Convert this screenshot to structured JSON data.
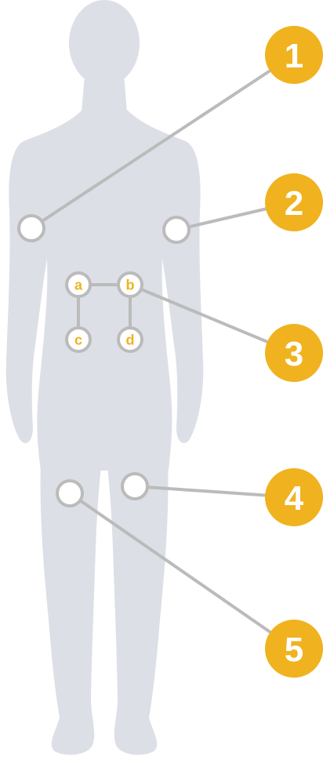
{
  "colors": {
    "body": "#dcdfe6",
    "line": "#bbbbbb",
    "accent": "#f0b21e",
    "marker_fill": "#ffffff"
  },
  "diagram": {
    "callouts": [
      {
        "id": "1",
        "label": "1"
      },
      {
        "id": "2",
        "label": "2"
      },
      {
        "id": "3",
        "label": "3"
      },
      {
        "id": "4",
        "label": "4"
      },
      {
        "id": "5",
        "label": "5"
      }
    ],
    "sub_sites": [
      {
        "id": "a",
        "label": "a"
      },
      {
        "id": "b",
        "label": "b"
      },
      {
        "id": "c",
        "label": "c"
      },
      {
        "id": "d",
        "label": "d"
      }
    ]
  }
}
